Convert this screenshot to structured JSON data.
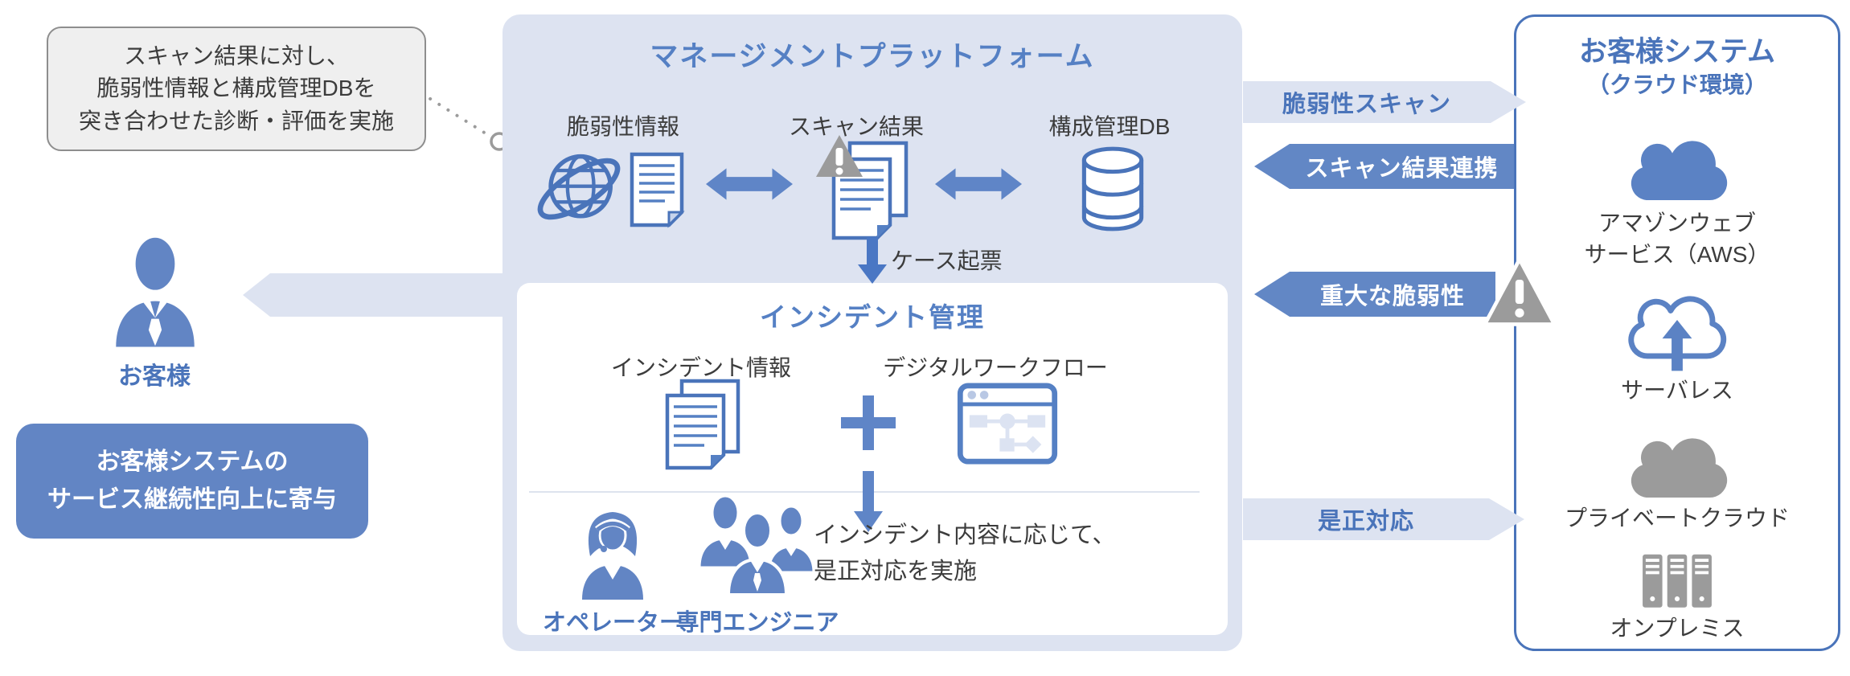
{
  "callout": {
    "line1": "スキャン結果に対し、",
    "line2": "脆弱性情報と構成管理DBを",
    "line3": "突き合わせた診断・評価を実施"
  },
  "left": {
    "customer_label": "お客様",
    "benefit_line1": "お客様システムの",
    "benefit_line2": "サービス継続性向上に寄与"
  },
  "platform": {
    "title": "マネージメントプラットフォーム",
    "vuln_info_label": "脆弱性情報",
    "scan_result_label": "スキャン結果",
    "config_db_label": "構成管理DB",
    "case_label": "ケース起票",
    "incident": {
      "title": "インシデント管理",
      "info_label": "インシデント情報",
      "workflow_label": "デジタルワークフロー",
      "operator_label": "オペレーター",
      "engineer_label": "専門エンジニア",
      "note_line1": "インシデント内容に応じて、",
      "note_line2": "是正対応を実施"
    }
  },
  "flows": {
    "scan": "脆弱性スキャン",
    "result": "スキャン結果連携",
    "critical": "重大な脆弱性",
    "remediation": "是正対応"
  },
  "customer_system": {
    "title": "お客様システム",
    "subtitle": "（クラウド環境）",
    "aws_line1": "アマゾンウェブ",
    "aws_line2": "サービス（AWS）",
    "serverless": "サーバレス",
    "private_cloud": "プライベートクラウド",
    "onpremise": "オンプレミス"
  },
  "colors": {
    "accent_blue": "#5580c4",
    "fill_blue": "#6285c4",
    "solid_arrow_blue": "#6287c5",
    "light_periwinkle": "#dde3f1",
    "icon_stroke_blue": "#4a74ba",
    "gray": "#9b9b9b",
    "text_dark": "#3c3c3c"
  }
}
